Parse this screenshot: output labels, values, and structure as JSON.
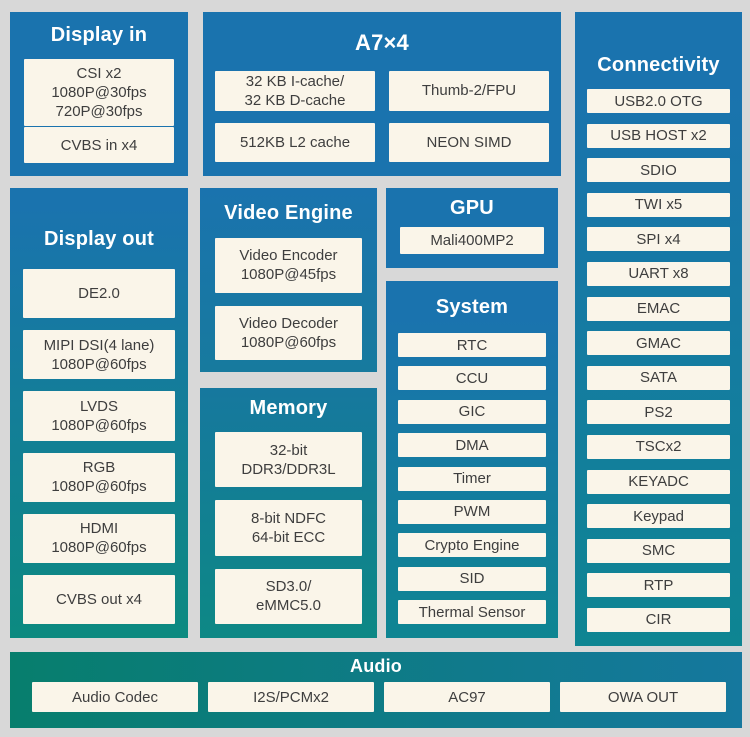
{
  "colors": {
    "canvas_bg": "#d8d8d8",
    "block_blue": "#1a73ae",
    "block_teal": "#0e8592",
    "block_green_teal": "#0c8a80",
    "video_bottom_blue": "#177a9e",
    "memory_top_blue": "#16789e",
    "memory_bottom_teal": "#0d8885",
    "audio_green": "#077e6d",
    "audio_blue": "#15789e",
    "box_bg": "#faf5e9",
    "box_text": "#3e3e3e",
    "title_text": "#ffffff"
  },
  "blocks": {
    "display_in": {
      "title": "Display in",
      "items": [
        "CSI x2\n1080P@30fps\n720P@30fps",
        "CVBS in x4"
      ]
    },
    "a7": {
      "title": "A7×4",
      "items": [
        "32 KB I-cache/\n32 KB D-cache",
        "Thumb-2/FPU",
        "512KB L2 cache",
        "NEON SIMD"
      ]
    },
    "connectivity": {
      "title": "Connectivity",
      "items": [
        "USB2.0 OTG",
        "USB HOST x2",
        "SDIO",
        "TWI x5",
        "SPI x4",
        "UART x8",
        "EMAC",
        "GMAC",
        "SATA",
        "PS2",
        "TSCx2",
        "KEYADC",
        "Keypad",
        "SMC",
        "RTP",
        "CIR"
      ]
    },
    "display_out": {
      "title": "Display out",
      "items": [
        "DE2.0",
        "MIPI DSI(4 lane)\n1080P@60fps",
        "LVDS\n1080P@60fps",
        "RGB\n1080P@60fps",
        "HDMI\n1080P@60fps",
        "CVBS out x4"
      ]
    },
    "video_engine": {
      "title": "Video Engine",
      "items": [
        "Video Encoder\n1080P@45fps",
        "Video Decoder\n1080P@60fps"
      ]
    },
    "memory": {
      "title": "Memory",
      "items": [
        "32-bit\nDDR3/DDR3L",
        "8-bit NDFC\n64-bit ECC",
        "SD3.0/\neMMC5.0"
      ]
    },
    "gpu": {
      "title": "GPU",
      "items": [
        "Mali400MP2"
      ]
    },
    "system": {
      "title": "System",
      "items": [
        "RTC",
        "CCU",
        "GIC",
        "DMA",
        "Timer",
        "PWM",
        "Crypto Engine",
        "SID",
        "Thermal Sensor"
      ]
    },
    "audio": {
      "title": "Audio",
      "items": [
        "Audio Codec",
        "I2S/PCMx2",
        "AC97",
        "OWA OUT"
      ]
    }
  }
}
